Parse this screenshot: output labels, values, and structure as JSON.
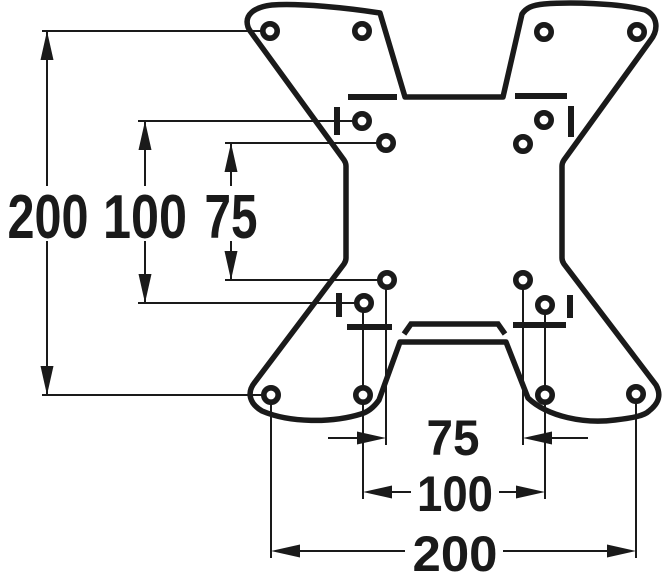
{
  "diagram": {
    "kind": "technical-drawing",
    "subject": "VESA adapter plate hole pattern",
    "colors": {
      "line": "#1a1a1a",
      "background": "#ffffff"
    },
    "dims": {
      "left": [
        {
          "value": "200"
        },
        {
          "value": "100"
        },
        {
          "value": "75"
        }
      ],
      "bottom": [
        {
          "value": "75"
        },
        {
          "value": "100"
        },
        {
          "value": "200"
        }
      ]
    }
  }
}
